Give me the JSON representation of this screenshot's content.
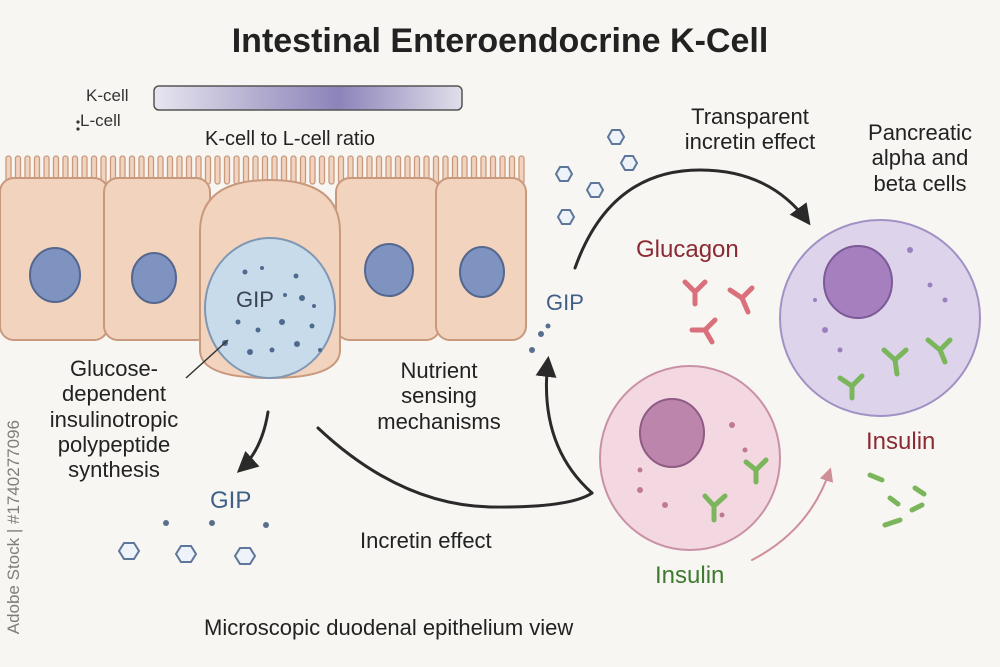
{
  "title": "Intestinal Enteroendocrine K-Cell",
  "legend": {
    "k_label": "K-cell",
    "l_label": "L-cell",
    "caption": "K-cell to L-cell ratio"
  },
  "labels": {
    "transparent_incretin": "Transparent\nincretin effect",
    "pancreatic": "Pancreatic\nalpha and\nbeta cells",
    "glucagon": "Glucagon",
    "gip_top": "GIP",
    "gip_cell": "GIP",
    "gip_bottom": "GIP",
    "nutrient": "Nutrient\nsensing\nmechanisms",
    "glucose": "Glucose-\ndependent\ninsulinotropic\npolypeptide\nsynthesis",
    "incretin_effect": "Incretin effect",
    "insulin_red": "Insulin",
    "insulin_green": "Insulin",
    "microscopic": "Microscopic duodenal epithelium view"
  },
  "watermark": "Adobe Stock | #1740277096",
  "colors": {
    "epithelium": "#f2d3bd",
    "k_cell": "#c7dbea",
    "nucleus": "#7e93c0",
    "alpha_cell": "#ddd3eb",
    "beta_cell": "#f3d8e2",
    "glucagon": "#d9707c",
    "insulin": "#7bb65c"
  }
}
